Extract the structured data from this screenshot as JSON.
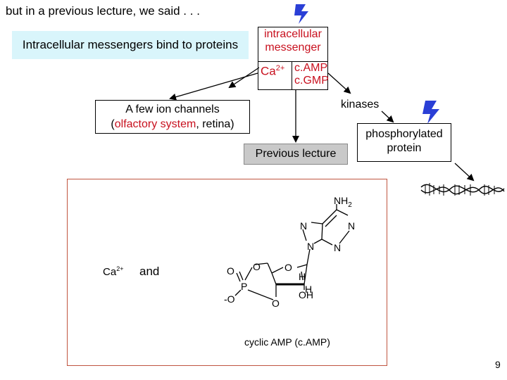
{
  "heading": "but in a previous lecture, we said . . .",
  "intracellular_note": "Intracellular messengers bind to proteins",
  "messenger_box": {
    "title_line1": "intracellular",
    "title_line2": "messenger",
    "ca": "Ca",
    "ca_charge": "2+",
    "camp": "c.AMP",
    "cgmp": "c.GMP"
  },
  "ion_channels": {
    "line1": "A few ion channels",
    "open_paren": "(",
    "olfactory": "olfactory system",
    "rest": ", retina)"
  },
  "previous_lecture": "Previous lecture",
  "kinases": "kinases",
  "phosphorylated": {
    "line1": "phosphorylated",
    "line2": "protein"
  },
  "molecule_panel": {
    "ca_label": "Ca",
    "ca_charge": "2+",
    "and_label": "and",
    "caption": "cyclic AMP (c.AMP)",
    "atoms": {
      "nh2": "NH",
      "nh2_sub": "2",
      "n": "N",
      "o": "O",
      "p": "P",
      "minus_o": "-O",
      "h": "H",
      "oh": "OH"
    }
  },
  "page_number": "9",
  "colors": {
    "accent_red": "#c8101e",
    "highlight_cyan": "#d9f5fb",
    "lightning_blue": "#2a3fd6",
    "frame_red": "#c05540"
  },
  "icons": [
    "lightning-bolt-icon",
    "dna-helix-icon"
  ]
}
